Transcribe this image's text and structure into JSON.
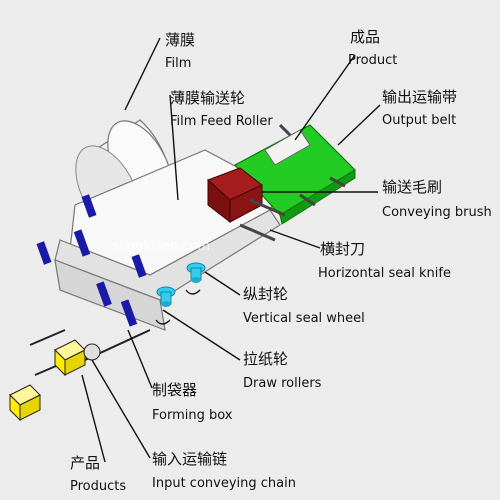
{
  "labels": {
    "film": {
      "zh": "薄膜",
      "en": "Film"
    },
    "product": {
      "zh": "成品",
      "en": "Product"
    },
    "film_feed": {
      "zh": "薄膜输送轮",
      "en": "Film Feed Roller"
    },
    "output_belt": {
      "zh": "输出运输带",
      "en": "Output belt"
    },
    "conv_brush": {
      "zh": "输送毛刷",
      "en": "Conveying brush"
    },
    "horiz_knife": {
      "zh": "横封刀",
      "en": "Horizontal seal knife"
    },
    "vert_wheel": {
      "zh": "纵封轮",
      "en": "Vertical seal wheel"
    },
    "draw_rollers": {
      "zh": "拉纸轮",
      "en": "Draw rollers"
    },
    "forming_box": {
      "zh": "制袋器",
      "en": "Forming box"
    },
    "products": {
      "zh": "产品",
      "en": "Products"
    },
    "input_chain": {
      "zh": "输入运输链",
      "en": "Input conveying chain"
    }
  },
  "watermark": "shgoldsen.com",
  "colors": {
    "background": "#ececec",
    "belt_green": "#22cc22",
    "brush_red": "#8b1414",
    "chain_blue": "#1a1aa8",
    "roller_cyan": "#33ccee",
    "product_yellow": "#ffee00",
    "film_red": "#dd1111"
  }
}
